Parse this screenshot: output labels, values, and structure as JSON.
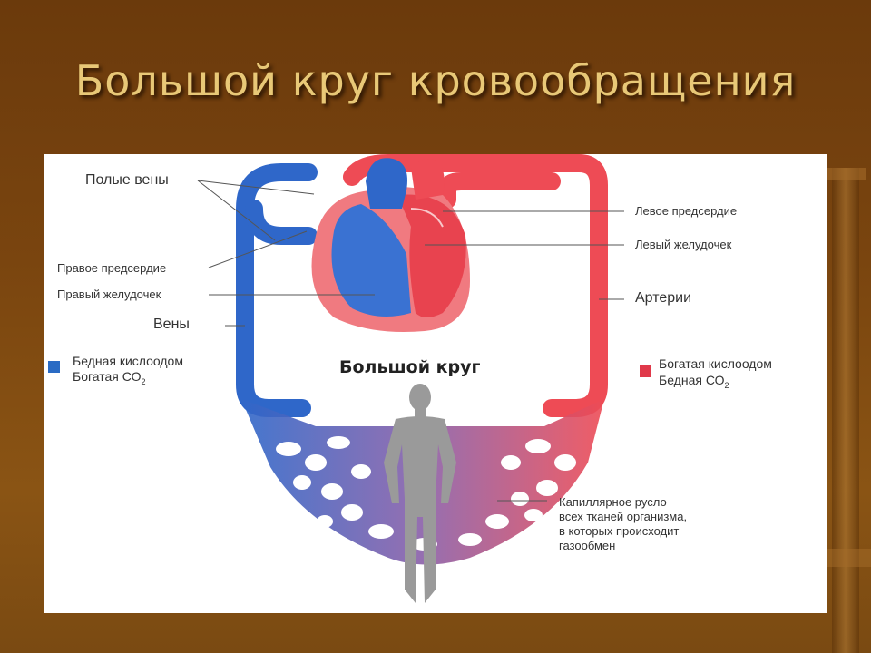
{
  "slide": {
    "title": "Большой круг кровообращения"
  },
  "diagram": {
    "center_title": "Большой круг",
    "labels": {
      "vena_cava": "Полые вены",
      "right_atrium": "Правое предсердие",
      "right_ventricle": "Правый желудочек",
      "veins": "Вены",
      "left_atrium": "Левое предсердие",
      "left_ventricle": "Левый желудочек",
      "arteries": "Артерии"
    },
    "legend": {
      "venous_line1": "Бедная кислоодом",
      "venous_line2": "Богатая СО",
      "venous_sub": "2",
      "arterial_line1": "Богатая кислоодом",
      "arterial_line2": "Бедная СО",
      "arterial_sub": "2"
    },
    "capillary": {
      "line1": "Капиллярное русло",
      "line2": "всех тканей организма,",
      "line3": "в которых происходит",
      "line4": "газообмен"
    },
    "colors": {
      "venous": "#2f67c9",
      "arterial": "#ee4b55",
      "legend_venous": "#2a6bc4",
      "legend_arterial": "#e0394a",
      "silhouette": "#9a9a9a"
    }
  }
}
